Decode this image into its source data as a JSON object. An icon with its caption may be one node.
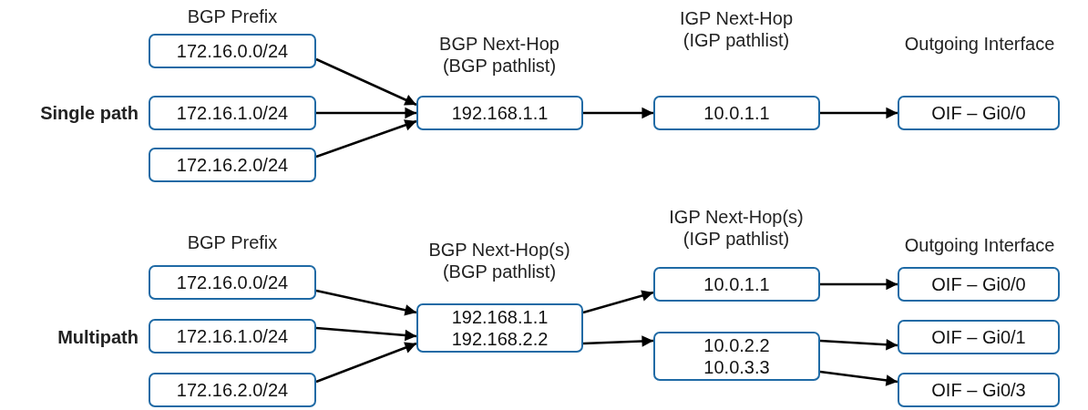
{
  "diagram": {
    "nodes": [
      {
        "text": [
          "172.16.0.0/24"
        ]
      },
      {
        "text": [
          "172.16.1.0/24"
        ]
      },
      {
        "text": [
          "172.16.2.0/24"
        ]
      },
      {
        "text": [
          "192.168.1.1"
        ]
      },
      {
        "text": [
          "10.0.1.1"
        ]
      },
      {
        "text": [
          "OIF – Gi0/0"
        ]
      },
      {
        "text": [
          "172.16.0.0/24"
        ]
      },
      {
        "text": [
          "172.16.1.0/24"
        ]
      },
      {
        "text": [
          "172.16.2.0/24"
        ]
      },
      {
        "text": [
          "192.168.1.1",
          "192.168.2.2"
        ]
      },
      {
        "text": [
          "10.0.1.1"
        ]
      },
      {
        "text": [
          "10.0.2.2",
          "10.0.3.3"
        ]
      },
      {
        "text": [
          "OIF – Gi0/0"
        ]
      },
      {
        "text": [
          "OIF – Gi0/1"
        ]
      },
      {
        "text": [
          "OIF – Gi0/3"
        ]
      }
    ],
    "edges": [
      {
        "from": 0,
        "to": 3,
        "arrow": "to"
      },
      {
        "from": 1,
        "to": 3,
        "arrow": "to"
      },
      {
        "from": 2,
        "to": 3,
        "arrow": "to"
      },
      {
        "from": 3,
        "to": 4,
        "arrow": "to"
      },
      {
        "from": 4,
        "to": 5,
        "arrow": "to"
      },
      {
        "from": 6,
        "to": 9,
        "arrow": "to"
      },
      {
        "from": 7,
        "to": 9,
        "arrow": "to"
      },
      {
        "from": 8,
        "to": 9,
        "arrow": "to"
      },
      {
        "from": 9,
        "to": 10,
        "arrow": "to"
      },
      {
        "from": 9,
        "to": 11,
        "arrow": "to"
      },
      {
        "from": 10,
        "to": 12,
        "arrow": "to"
      },
      {
        "from": 11,
        "to": 13,
        "arrow": "to"
      },
      {
        "from": 11,
        "to": 14,
        "arrow": "to"
      }
    ],
    "labels": [
      "BGP Prefix",
      "BGP Next-Hop (BGP pathlist)",
      "IGP Next-Hop (IGP pathlist)",
      "Outgoing Interface",
      "Single path",
      "BGP Prefix",
      "IGP Next-Hop(s) (IGP pathlist)",
      "BGP Next-Hop(s) (BGP pathlist)",
      "Outgoing Interface",
      "Multipath"
    ]
  }
}
